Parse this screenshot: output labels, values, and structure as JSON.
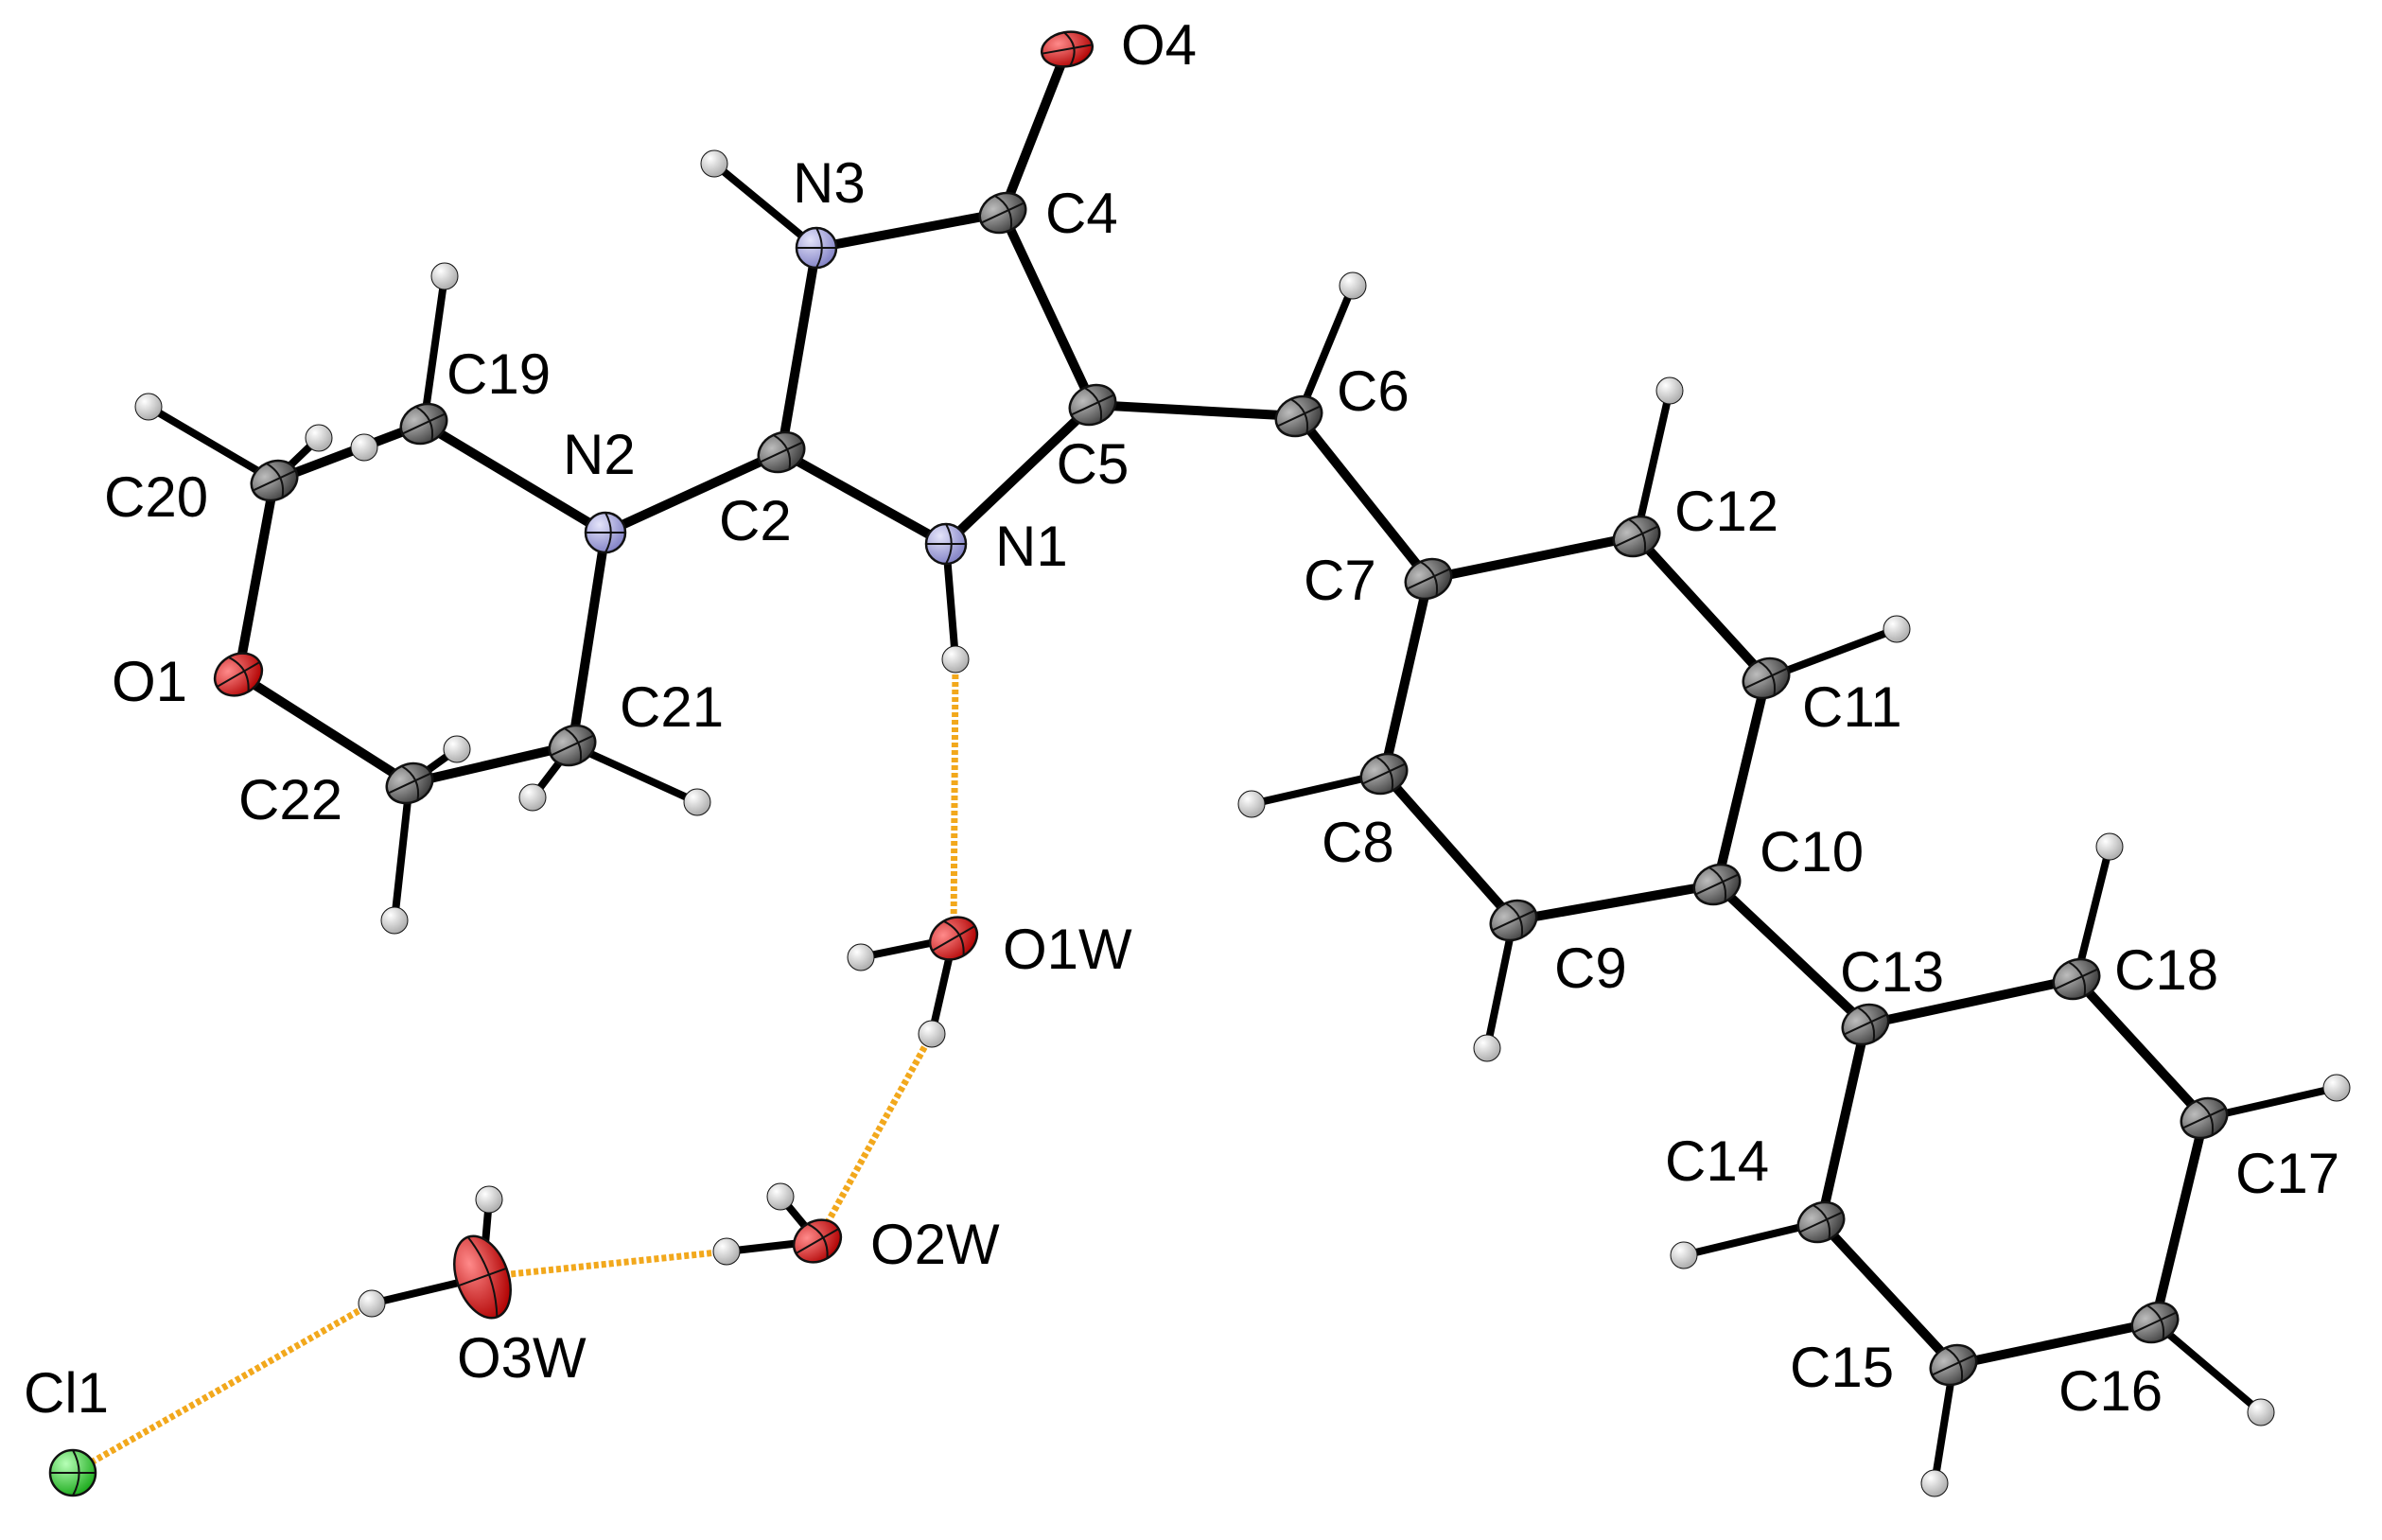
{
  "colors": {
    "carbon": "#4a4a4a",
    "nitrogen": "#9898d8",
    "oxygen": "#d01010",
    "chlorine": "#2ecc2e",
    "hydrogen": "#c8c8c8",
    "bond": "#000000",
    "hbond": "#f2a81c"
  },
  "atoms": [
    {
      "id": "O4",
      "label": "O4",
      "element": "O"
    },
    {
      "id": "C4",
      "label": "C4",
      "element": "C"
    },
    {
      "id": "N3",
      "label": "N3",
      "element": "N"
    },
    {
      "id": "C5",
      "label": "C5",
      "element": "C"
    },
    {
      "id": "C6",
      "label": "C6",
      "element": "C"
    },
    {
      "id": "C2",
      "label": "C2",
      "element": "C"
    },
    {
      "id": "N1",
      "label": "N1",
      "element": "N"
    },
    {
      "id": "N2",
      "label": "N2",
      "element": "N"
    },
    {
      "id": "C19",
      "label": "C19",
      "element": "C"
    },
    {
      "id": "C20",
      "label": "C20",
      "element": "C"
    },
    {
      "id": "O1",
      "label": "O1",
      "element": "O"
    },
    {
      "id": "C21",
      "label": "C21",
      "element": "C"
    },
    {
      "id": "C22",
      "label": "C22",
      "element": "C"
    },
    {
      "id": "C7",
      "label": "C7",
      "element": "C"
    },
    {
      "id": "C12",
      "label": "C12",
      "element": "C"
    },
    {
      "id": "C11",
      "label": "C11",
      "element": "C"
    },
    {
      "id": "C10",
      "label": "C10",
      "element": "C"
    },
    {
      "id": "C9",
      "label": "C9",
      "element": "C"
    },
    {
      "id": "C8",
      "label": "C8",
      "element": "C"
    },
    {
      "id": "C13",
      "label": "C13",
      "element": "C"
    },
    {
      "id": "C18",
      "label": "C18",
      "element": "C"
    },
    {
      "id": "C17",
      "label": "C17",
      "element": "C"
    },
    {
      "id": "C16",
      "label": "C16",
      "element": "C"
    },
    {
      "id": "C15",
      "label": "C15",
      "element": "C"
    },
    {
      "id": "C14",
      "label": "C14",
      "element": "C"
    },
    {
      "id": "O1W",
      "label": "O1W",
      "element": "O"
    },
    {
      "id": "O2W",
      "label": "O2W",
      "element": "O"
    },
    {
      "id": "O3W",
      "label": "O3W",
      "element": "O"
    },
    {
      "id": "Cl1",
      "label": "Cl1",
      "element": "Cl"
    },
    {
      "id": "H_N3",
      "label": "",
      "element": "H"
    },
    {
      "id": "H_C6",
      "label": "",
      "element": "H"
    },
    {
      "id": "H_N1",
      "label": "",
      "element": "H"
    },
    {
      "id": "H19a",
      "label": "",
      "element": "H"
    },
    {
      "id": "H19b",
      "label": "",
      "element": "H"
    },
    {
      "id": "H20a",
      "label": "",
      "element": "H"
    },
    {
      "id": "H20b",
      "label": "",
      "element": "H"
    },
    {
      "id": "H21a",
      "label": "",
      "element": "H"
    },
    {
      "id": "H21b",
      "label": "",
      "element": "H"
    },
    {
      "id": "H22a",
      "label": "",
      "element": "H"
    },
    {
      "id": "H22b",
      "label": "",
      "element": "H"
    },
    {
      "id": "H12",
      "label": "",
      "element": "H"
    },
    {
      "id": "H11",
      "label": "",
      "element": "H"
    },
    {
      "id": "H8",
      "label": "",
      "element": "H"
    },
    {
      "id": "H9",
      "label": "",
      "element": "H"
    },
    {
      "id": "H18",
      "label": "",
      "element": "H"
    },
    {
      "id": "H17",
      "label": "",
      "element": "H"
    },
    {
      "id": "H16",
      "label": "",
      "element": "H"
    },
    {
      "id": "H15",
      "label": "",
      "element": "H"
    },
    {
      "id": "H14",
      "label": "",
      "element": "H"
    },
    {
      "id": "H1Wa",
      "label": "",
      "element": "H"
    },
    {
      "id": "H1Wb",
      "label": "",
      "element": "H"
    },
    {
      "id": "H2Wa",
      "label": "",
      "element": "H"
    },
    {
      "id": "H2Wb",
      "label": "",
      "element": "H"
    },
    {
      "id": "H3Wa",
      "label": "",
      "element": "H"
    },
    {
      "id": "H3Wb",
      "label": "",
      "element": "H"
    }
  ],
  "bonds": [
    [
      "O4",
      "C4"
    ],
    [
      "C4",
      "N3"
    ],
    [
      "C4",
      "C5"
    ],
    [
      "N3",
      "C2"
    ],
    [
      "C2",
      "N1"
    ],
    [
      "N1",
      "C5"
    ],
    [
      "C5",
      "C6"
    ],
    [
      "C6",
      "C7"
    ],
    [
      "C2",
      "N2"
    ],
    [
      "N2",
      "C19"
    ],
    [
      "N2",
      "C21"
    ],
    [
      "C19",
      "C20"
    ],
    [
      "C20",
      "O1"
    ],
    [
      "O1",
      "C22"
    ],
    [
      "C22",
      "C21"
    ],
    [
      "C7",
      "C12"
    ],
    [
      "C12",
      "C11"
    ],
    [
      "C11",
      "C10"
    ],
    [
      "C10",
      "C9"
    ],
    [
      "C9",
      "C8"
    ],
    [
      "C8",
      "C7"
    ],
    [
      "C10",
      "C13"
    ],
    [
      "C13",
      "C18"
    ],
    [
      "C18",
      "C17"
    ],
    [
      "C17",
      "C16"
    ],
    [
      "C16",
      "C15"
    ],
    [
      "C15",
      "C14"
    ],
    [
      "C14",
      "C13"
    ],
    [
      "N3",
      "H_N3"
    ],
    [
      "C6",
      "H_C6"
    ],
    [
      "N1",
      "H_N1"
    ],
    [
      "C19",
      "H19a"
    ],
    [
      "C19",
      "H19b"
    ],
    [
      "C20",
      "H20a"
    ],
    [
      "C20",
      "H20b"
    ],
    [
      "C21",
      "H21a"
    ],
    [
      "C21",
      "H21b"
    ],
    [
      "C22",
      "H22a"
    ],
    [
      "C22",
      "H22b"
    ],
    [
      "C12",
      "H12"
    ],
    [
      "C11",
      "H11"
    ],
    [
      "C8",
      "H8"
    ],
    [
      "C9",
      "H9"
    ],
    [
      "C18",
      "H18"
    ],
    [
      "C17",
      "H17"
    ],
    [
      "C16",
      "H16"
    ],
    [
      "C15",
      "H15"
    ],
    [
      "C14",
      "H14"
    ],
    [
      "O1W",
      "H1Wa"
    ],
    [
      "O1W",
      "H1Wb"
    ],
    [
      "O2W",
      "H2Wa"
    ],
    [
      "O2W",
      "H2Wb"
    ],
    [
      "O3W",
      "H3Wa"
    ],
    [
      "O3W",
      "H3Wb"
    ]
  ],
  "hbonds": [
    [
      "H_N1",
      "O1W"
    ],
    [
      "H1Wb",
      "O2W"
    ],
    [
      "H2Wa",
      "O3W"
    ],
    [
      "H3Wa",
      "Cl1"
    ]
  ]
}
